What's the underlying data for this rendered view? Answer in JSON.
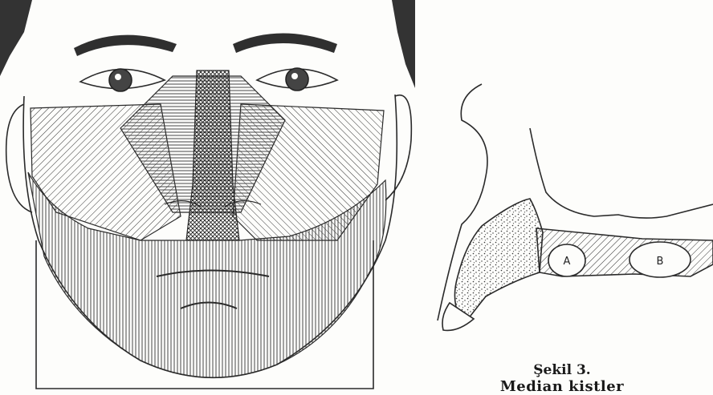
{
  "figure": {
    "caption_number": "Şekil 3.",
    "caption_title": "Median kistler"
  },
  "labels": {
    "cyst_a": "A",
    "cyst_b": "B"
  },
  "colors": {
    "ink": "#2a2a2a",
    "paper": "#fdfdfb"
  }
}
